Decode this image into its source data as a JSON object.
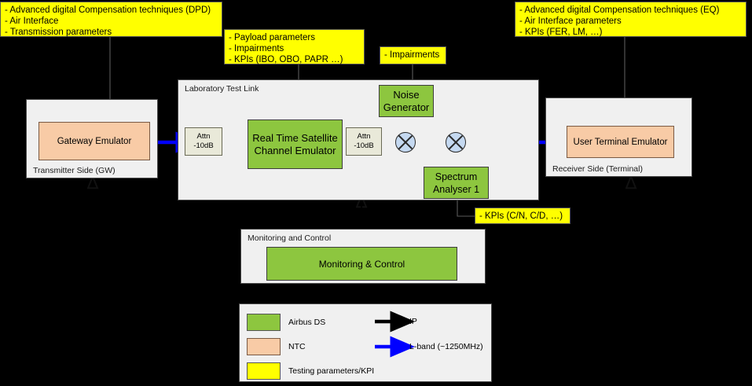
{
  "colors": {
    "airbus_green": "#8dc63f",
    "ntc_peach": "#f8cba6",
    "kpi_yellow": "#ffff00",
    "panel_grey": "#f0f0f0",
    "ip_arrow": "#000000",
    "lband_arrow": "#0000ff",
    "mixer_fill": "#c5d9f1",
    "attn_fill": "#e9e9d9",
    "background": "#000000"
  },
  "callouts": {
    "dpd": "- Advanced digital Compensation techniques (DPD)\n- Air Interface\n- Transmission parameters",
    "payload": "- Payload parameters\n- Impairments\n- KPIs (IBO, OBO, PAPR …)",
    "impairments": "- Impairments",
    "eq": "- Advanced digital Compensation techniques (EQ)\n- Air Interface parameters\n- KPIs (FER, LM, …)",
    "kpi_cn": "- KPIs (C/N, C/D, …)"
  },
  "panels": {
    "transmitter": {
      "title": "Transmitter Side (GW)"
    },
    "lab": {
      "title": "Laboratory Test Link"
    },
    "receiver": {
      "title": "Receiver Side (Terminal)"
    },
    "monitoring": {
      "title": "Monitoring and Control"
    }
  },
  "blocks": {
    "gateway_emulator": {
      "label": "Gateway Emulator",
      "vendor": "NTC"
    },
    "satellite_emulator": {
      "label": "Real Time Satellite\nChannel Emulator",
      "vendor": "Airbus DS"
    },
    "noise_generator": {
      "label": "Noise\nGenerator",
      "vendor": "Airbus DS"
    },
    "spectrum_analyser": {
      "label": "Spectrum\nAnalyser 1",
      "vendor": "Airbus DS"
    },
    "user_terminal_emulator": {
      "label": "User Terminal Emulator",
      "vendor": "NTC"
    },
    "monitoring_control": {
      "label": "Monitoring & Control",
      "vendor": "Airbus DS"
    },
    "attenuator_1": {
      "line1": "Attn",
      "line2": "-10dB"
    },
    "attenuator_2": {
      "line1": "Attn",
      "line2": "-10dB"
    }
  },
  "legend": {
    "swatches": [
      {
        "label": "Airbus DS",
        "color": "#8dc63f"
      },
      {
        "label": "NTC",
        "color": "#f8cba6"
      },
      {
        "label": "Testing parameters/KPI",
        "color": "#ffff00"
      }
    ],
    "arrows": [
      {
        "label": "IP",
        "color": "#000000"
      },
      {
        "label": "L-band (~1250MHz)",
        "color": "#0000ff"
      }
    ]
  }
}
